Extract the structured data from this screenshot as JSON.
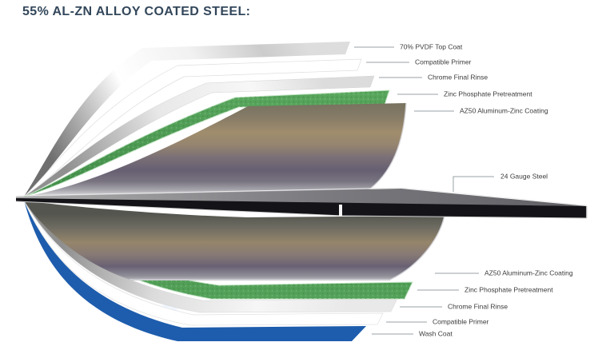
{
  "title": "55% AL-ZN ALLOY COATED STEEL:",
  "colors": {
    "title_text": "#33475b",
    "label_text": "#3c3c3c",
    "leader_line": "#9aa0a4",
    "zinc_phosphate_green": "#4d9b52",
    "wash_coat_blue": "#1e5dad",
    "steel_edge_black": "#141418",
    "metallic_silver": "#c9c9c9"
  },
  "layers": {
    "top": [
      {
        "id": "pvdf-top-coat",
        "label": "70% PVDF Top Coat"
      },
      {
        "id": "compatible-primer",
        "label": "Compatible Primer"
      },
      {
        "id": "chrome-final-rinse",
        "label": "Chrome Final Rinse"
      },
      {
        "id": "zinc-phosphate-pretreatment",
        "label": "Zinc Phosphate Pretreatment"
      },
      {
        "id": "az50-aluminum-zinc-coating",
        "label": "AZ50 Aluminum-Zinc Coating"
      }
    ],
    "core": {
      "id": "steel-24-gauge",
      "label": "24 Gauge Steel"
    },
    "bottom": [
      {
        "id": "az50-aluminum-zinc-coating",
        "label": "AZ50 Aluminum-Zinc Coating"
      },
      {
        "id": "zinc-phosphate-pretreatment",
        "label": "Zinc Phosphate Pretreatment"
      },
      {
        "id": "chrome-final-rinse",
        "label": "Chrome Final Rinse"
      },
      {
        "id": "compatible-primer",
        "label": "Compatible Primer"
      },
      {
        "id": "wash-coat",
        "label": "Wash Coat"
      }
    ]
  }
}
